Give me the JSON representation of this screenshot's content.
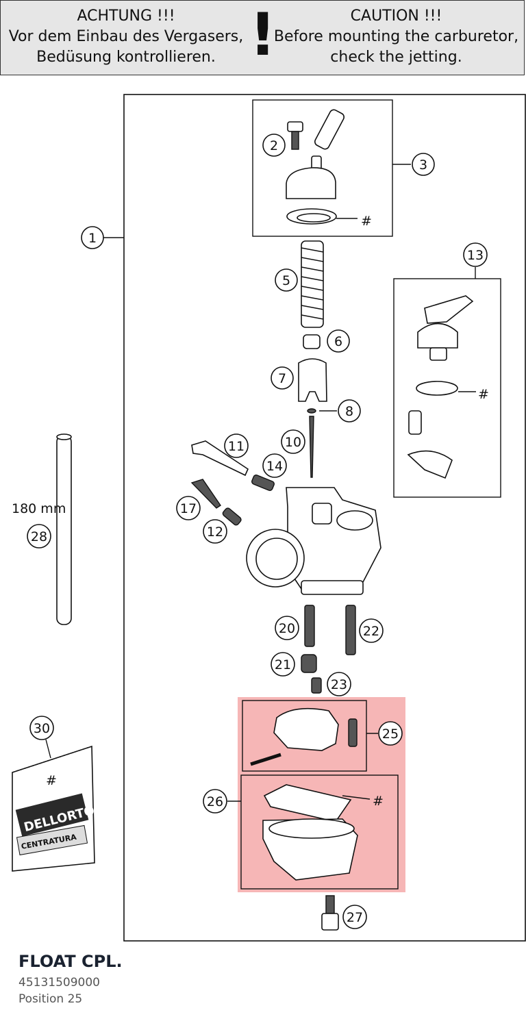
{
  "banner": {
    "german_line1": "ACHTUNG !!!",
    "german_line2": "Vor dem Einbau des Vergasers,",
    "german_line3": "Bedüsung kontrollieren.",
    "english_line1": "CAUTION !!!",
    "english_line2": "Before mounting the carburetor,",
    "english_line3": "check the jetting.",
    "exclamation": "!"
  },
  "callouts": {
    "c1": "1",
    "c2": "2",
    "c3": "3",
    "c5": "5",
    "c6": "6",
    "c7": "7",
    "c8": "8",
    "c10": "10",
    "c11": "11",
    "c12": "12",
    "c13": "13",
    "c14": "14",
    "c17": "17",
    "c20": "20",
    "c21": "21",
    "c22": "22",
    "c23": "23",
    "c25": "25",
    "c26": "26",
    "c27": "27",
    "c28": "28",
    "c30": "30"
  },
  "hash_marks": {
    "h1": "#",
    "h2": "#",
    "h3": "#",
    "h4": "#"
  },
  "hose_length": "180 mm",
  "bag_brand": "DELLORTO",
  "bag_label": "CENTRATURA",
  "highlight_color": "#f4a9a9",
  "footer": {
    "title": "FLOAT CPL.",
    "part_number": "45131509000",
    "position": "Position 25"
  }
}
